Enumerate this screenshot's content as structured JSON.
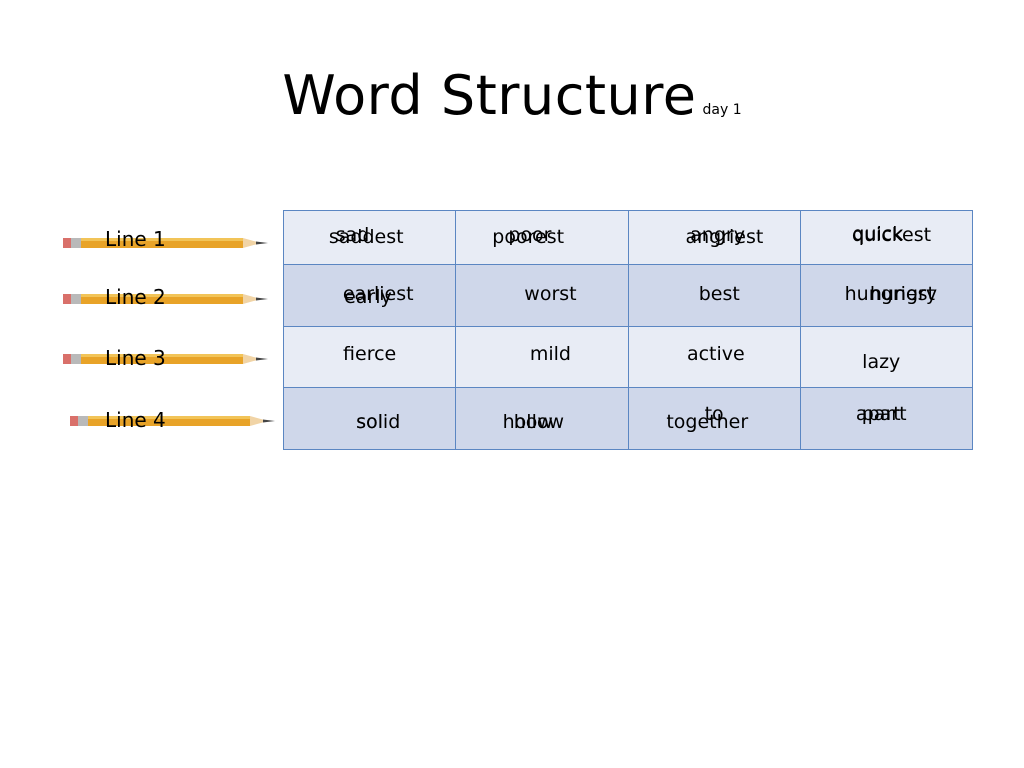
{
  "slide": {
    "title": "Word Structure",
    "subtitle": "day 1"
  },
  "lines": [
    "Line 1",
    "Line 2",
    "Line 3",
    "Line 4"
  ],
  "grid": {
    "rows": [
      [
        [
          "sad",
          "saddest"
        ],
        [
          "poor",
          "poorest"
        ],
        [
          "angry",
          "angriest"
        ],
        [
          "quick",
          "quickest"
        ]
      ],
      [
        [
          "early",
          "earliest"
        ],
        [
          "worst"
        ],
        [
          "best"
        ],
        [
          "hungry",
          "hungriest"
        ]
      ],
      [
        [
          "fierce"
        ],
        [
          "mild"
        ],
        [
          "active"
        ],
        [
          "lazy"
        ]
      ],
      [
        [
          "sol",
          "solid"
        ],
        [
          "hollow",
          "how"
        ],
        [
          "to",
          "together"
        ],
        [
          "apart",
          "part"
        ]
      ]
    ]
  },
  "colors": {
    "cell_light": "#e8ecf5",
    "cell_dark": "#cfd7ea",
    "grid_border": "#5b86c2",
    "pencil_body": "#e8a328"
  }
}
